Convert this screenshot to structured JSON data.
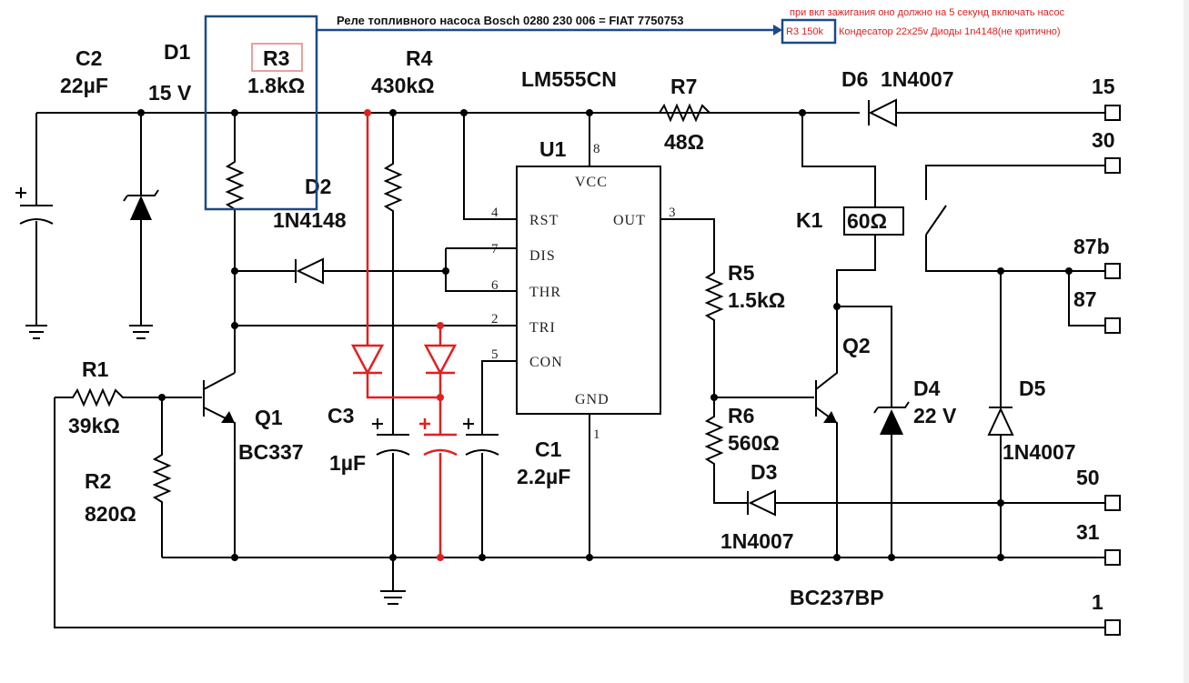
{
  "annotation": {
    "relay_title": "Реле топливного насоса Bosch 0280 230 006 = FIAT 7750753",
    "note_line1": "при вкл зажигания оно должно на 5 секунд включать насос",
    "r3_value_note": "R3 150k",
    "note_line2": "Кондесатор 22x25v Диоды 1n4148(не критично)"
  },
  "components": {
    "C2": {
      "name": "C2",
      "value": "22µF"
    },
    "D1": {
      "name": "D1",
      "value": "15 V"
    },
    "R3": {
      "name": "R3",
      "value": "1.8kΩ"
    },
    "R4": {
      "name": "R4",
      "value": "430kΩ"
    },
    "U1": {
      "name": "U1",
      "part": "LM555CN"
    },
    "R7": {
      "name": "R7",
      "value": "48Ω"
    },
    "D6": {
      "name": "D6",
      "part": "1N4007"
    },
    "D2": {
      "name": "D2",
      "part": "1N4148"
    },
    "K1": {
      "name": "K1",
      "value": "60Ω"
    },
    "R5": {
      "name": "R5",
      "value": "1.5kΩ"
    },
    "Q2": {
      "name": "Q2",
      "part": "BC237BP"
    },
    "R1": {
      "name": "R1",
      "value": "39kΩ"
    },
    "Q1": {
      "name": "Q1",
      "part": "BC337"
    },
    "C3": {
      "name": "C3",
      "value": "1µF"
    },
    "C1": {
      "name": "C1",
      "value": "2.2µF"
    },
    "R6": {
      "name": "R6",
      "value": "560Ω"
    },
    "D4": {
      "name": "D4",
      "value": "22 V"
    },
    "D5": {
      "name": "D5",
      "part": "1N4007"
    },
    "D3": {
      "name": "D3",
      "part": "1N4007"
    },
    "R2": {
      "name": "R2",
      "value": "820Ω"
    }
  },
  "ic": {
    "pins": {
      "vcc": "VCC",
      "rst": "RST",
      "out": "OUT",
      "dis": "DIS",
      "thr": "THR",
      "tri": "TRI",
      "con": "CON",
      "gnd": "GND"
    },
    "pin_numbers": {
      "vcc": "8",
      "rst": "4",
      "out": "3",
      "dis": "7",
      "thr": "6",
      "tri": "2",
      "con": "5",
      "gnd": "1"
    }
  },
  "terminals": [
    "15",
    "30",
    "87b",
    "87",
    "50",
    "31",
    "1"
  ],
  "colors": {
    "wire": "#000000",
    "modification": "#e02020",
    "highlight": "#1c4a87"
  }
}
